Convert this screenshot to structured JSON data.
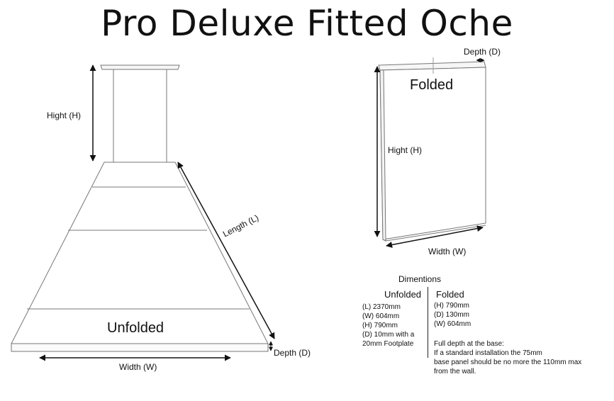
{
  "title": "Pro Deluxe Fitted Oche",
  "unfolded_diagram": {
    "hight_label": "Hight (H)",
    "length_label": "Length (L)",
    "depth_label": "Depth (D)",
    "width_label": "Width (W)",
    "state_label": "Unfolded"
  },
  "folded_diagram": {
    "depth_label": "Depth (D)",
    "hight_label": "Hight (H)",
    "width_label": "Width (W)",
    "state_label": "Folded"
  },
  "dimensions": {
    "heading": "Dimentions",
    "unfolded": {
      "heading": "Unfolded",
      "items": [
        "(L) 2370mm",
        "(W) 604mm",
        "(H) 790mm",
        "(D) 10mm with a",
        "20mm Footplate"
      ]
    },
    "folded": {
      "heading": "Folded",
      "items": [
        "(H) 790mm",
        "(D) 130mm",
        "(W) 604mm"
      ]
    },
    "note": {
      "line1": "Full depth at the base:",
      "line2": "If a standard installation the 75mm",
      "line3": "base panel should be no more the 110mm max",
      "line4": "from the wall."
    }
  }
}
